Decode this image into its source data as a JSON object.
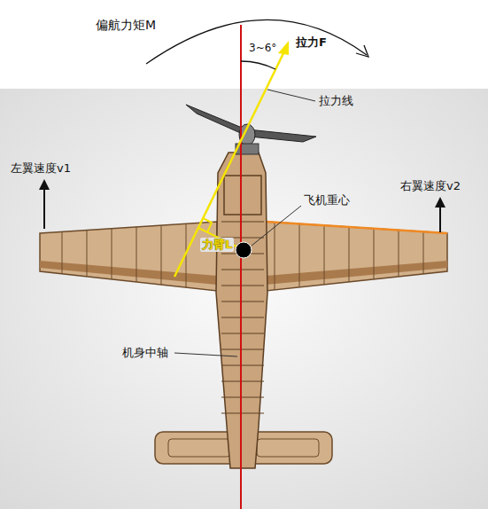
{
  "diagram": {
    "labels": [
      "偏航力矩M",
      "3~6°",
      "拉力F",
      "拉力线",
      "左翼速度v1",
      "右翼速度v2",
      "飞机重心",
      "力臂L",
      "机身中轴"
    ]
  }
}
